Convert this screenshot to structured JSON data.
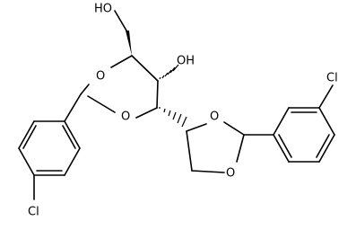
{
  "molecule": {
    "atoms": {
      "hydroxymethyl_oh": "HO",
      "ring_oh": "OH",
      "dioxane_o1": "O",
      "dioxane_o2": "O",
      "dioxolane_o1": "O",
      "dioxolane_o2": "O",
      "chloro_left": "Cl",
      "chloro_right": "Cl"
    },
    "colors": {
      "bond": "#000000",
      "label": "#000000",
      "background": "#ffffff"
    }
  }
}
